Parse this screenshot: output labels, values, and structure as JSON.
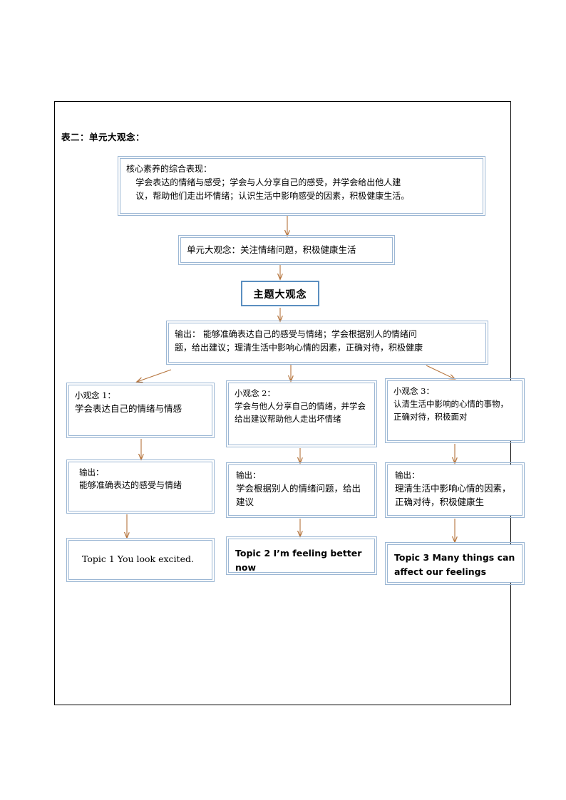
{
  "page": {
    "title": "表二：单元大观念："
  },
  "colors": {
    "box_border": "#9cb7d4",
    "theme_border": "#5b8fc0",
    "arrow": "#b5743c",
    "frame": "#000000"
  },
  "boxes": {
    "core_competency": {
      "name": "核心素养的综合表现",
      "heading": "核心素养的综合表现：",
      "line1": "学会表达的情绪与感受；学会与人分享自己的感受，并学会给出他人建",
      "line2": "议，帮助他们走出坏情绪；认识生活中影响感受的因素，积极健康生活。"
    },
    "unit_big_idea": {
      "text": "单元大观念：关注情绪问题，积极健康生活"
    },
    "theme_big_idea": {
      "text": "主题大观念"
    },
    "output_main": {
      "line1": "输出：  能够准确表达自己的感受与情绪；学会根据别人的情绪问",
      "line2": "题，给出建议；理清生活中影响心情的因素，正确对待，积极健康"
    }
  },
  "columns": [
    {
      "idea": {
        "heading": "小观念 1：",
        "body": "学会表达自己的情绪与情感"
      },
      "output": {
        "heading": "输出：",
        "body": "能够准确表达的感受与情绪"
      },
      "topic": {
        "text": "Topic 1 You look excited."
      }
    },
    {
      "idea": {
        "heading": "小观念 2：",
        "body": "学会与他人分享自己的情绪，并学会给出建议帮助他人走出坏情绪"
      },
      "output": {
        "heading": "输出：",
        "body": "学会根据别人的情绪问题，给出建议"
      },
      "topic": {
        "text": "Topic 2 I’m feeling better now"
      }
    },
    {
      "idea": {
        "heading": "小观念 3：",
        "body": "认清生活中影响的心情的事物，正确对待，积极面对"
      },
      "output": {
        "heading": "输出：",
        "body": "理清生活中影响心情的因素，正确对待，积极健康生"
      },
      "topic": {
        "text": "Topic 3 Many things can affect our feelings"
      }
    }
  ]
}
